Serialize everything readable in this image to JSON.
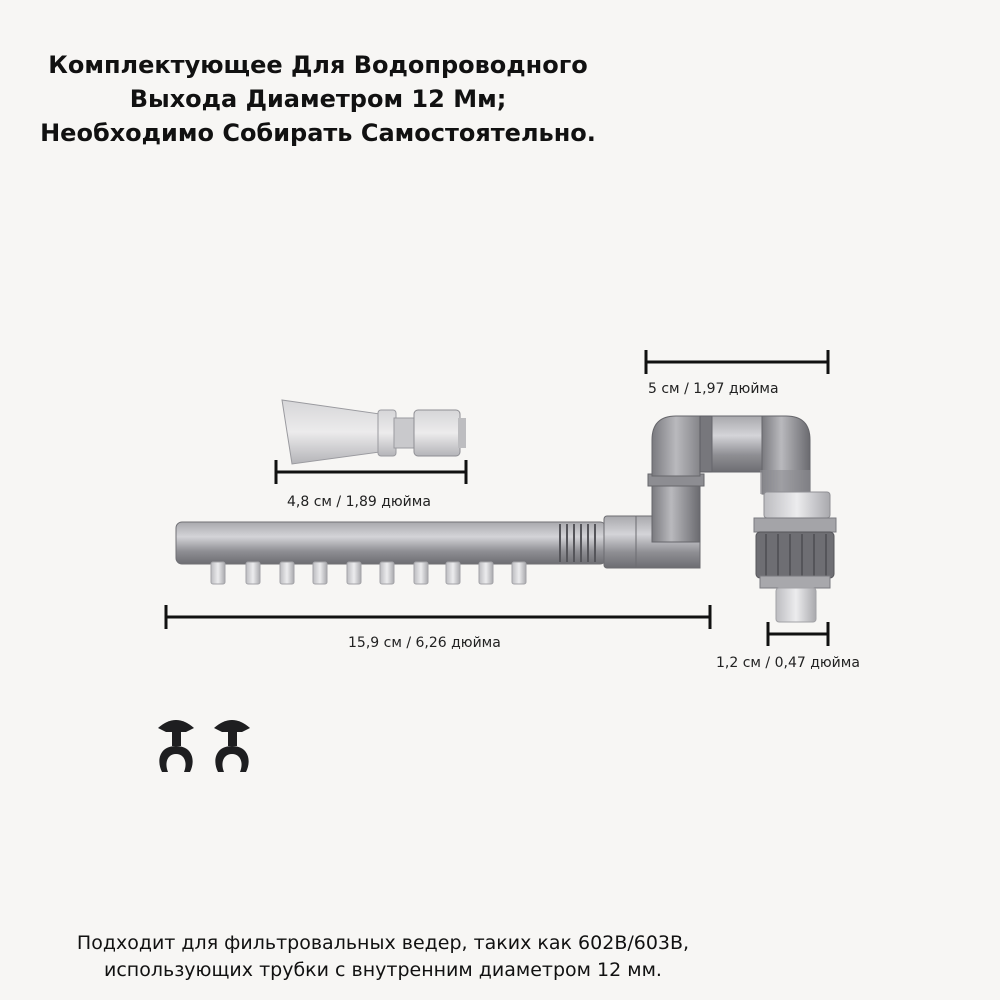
{
  "title": {
    "line1": "Комплектующее Для Водопроводного",
    "line2": "Выхода Диаметром 12 Мм;",
    "line3": "Необходимо Собирать Самостоятельно."
  },
  "dimensions": {
    "elbow_width": "5 см / 1,97 дюйма",
    "nozzle_length": "4,8 см / 1,89 дюйма",
    "bar_length": "15,9 см / 6,26 дюйма",
    "outlet_diameter": "1,2 см / 0,47 дюйма"
  },
  "footer": {
    "line1": "Подходит для фильтровальных ведер, таких как 602B/603B,",
    "line2": "использующих трубки с внутренним диаметром 12 мм."
  }
}
